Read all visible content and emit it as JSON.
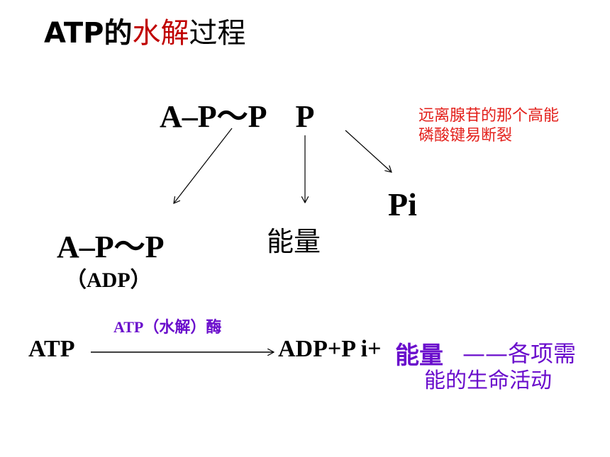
{
  "title": {
    "part1": "ATP的",
    "part2": "水解",
    "part3": "过程"
  },
  "atp_formula": {
    "left": "A–P～P",
    "right": "P"
  },
  "note": "远离腺苷的那个高能磷酸键易断裂",
  "products": {
    "pi": "Pi",
    "adp_formula": "A–P～P",
    "adp_label": "（ADP）",
    "energy": "能量"
  },
  "equation": {
    "enzyme": "ATP（水解）酶",
    "left": "ATP",
    "right": "ADP+P i+",
    "energy": "能量",
    "use_line1": "——各项需",
    "use_line2": "能的生命活动"
  },
  "colors": {
    "title_accent": "#c00000",
    "note": "#e3201b",
    "equation_accent": "#6a0dcc"
  }
}
